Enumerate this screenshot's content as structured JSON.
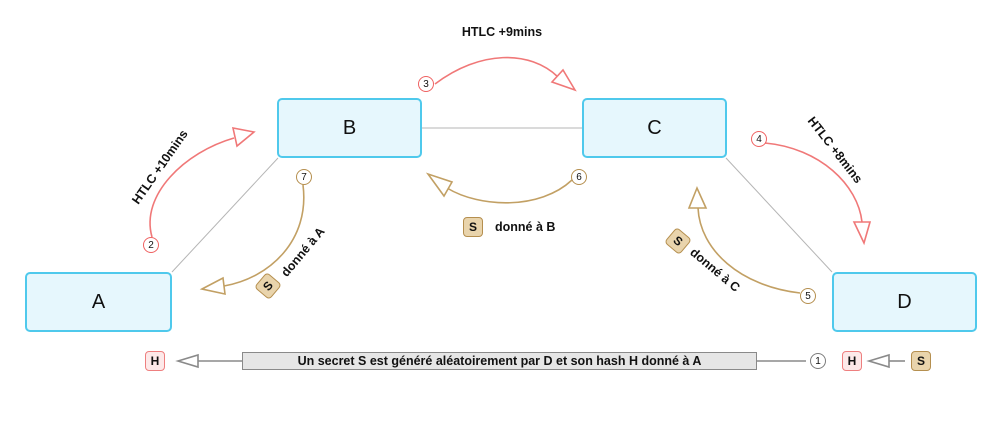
{
  "nodes": {
    "a": "A",
    "b": "B",
    "c": "C",
    "d": "D"
  },
  "htlc": {
    "ab": "HTLC +10mins",
    "bc": "HTLC +9mins",
    "cd": "HTLC +8mins"
  },
  "steps": {
    "s1": "1",
    "s2": "2",
    "s3": "3",
    "s4": "4",
    "s5": "5",
    "s6": "6",
    "s7": "7"
  },
  "secret_labels": {
    "to_c": "donné à C",
    "to_b": "donné à B",
    "to_a": "donné à A"
  },
  "badges": {
    "s": "S",
    "h": "H"
  },
  "banner": "Un secret S est généré aléatoirement par D et son hash H donné à A",
  "colors": {
    "node_fill": "#e6f7fd",
    "node_border": "#4fc9ec",
    "htlc_arrow": "#f07878",
    "secret_arrow": "#c2a064",
    "hash_arrow": "#8a8a8a"
  }
}
